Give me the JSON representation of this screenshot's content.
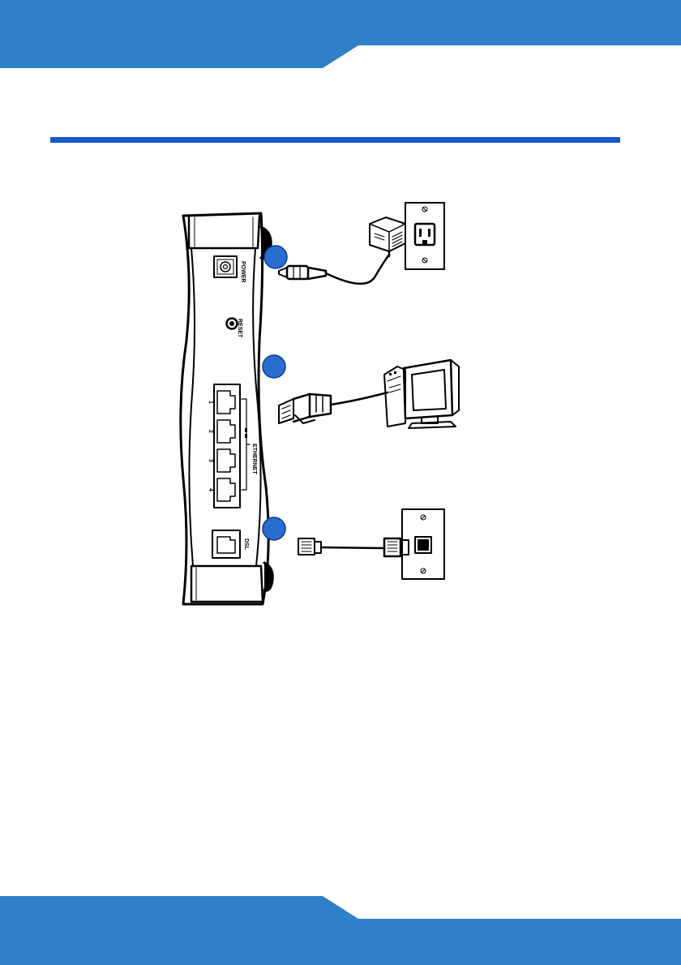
{
  "colors": {
    "band": "#2f80c6",
    "rule": "#1757c9",
    "callout": "#2a6dd1",
    "callout_stroke": "#0d3a8a",
    "ink": "#000000"
  },
  "device": {
    "port_power": "POWER",
    "button_reset": "RESET",
    "port_group_ethernet": "ETHERNET",
    "ethernet_port_numbers": [
      "1",
      "2",
      "3",
      "4"
    ],
    "port_dsl": "DSL"
  },
  "callouts": [
    {
      "id": "power",
      "number": ""
    },
    {
      "id": "ethernet",
      "number": ""
    },
    {
      "id": "dsl",
      "number": ""
    }
  ],
  "icons": [
    "power-adapter-icon",
    "wall-power-outlet-icon",
    "computer-icon",
    "ethernet-plug-icon",
    "phone-jack-icon",
    "phone-plug-icon"
  ]
}
